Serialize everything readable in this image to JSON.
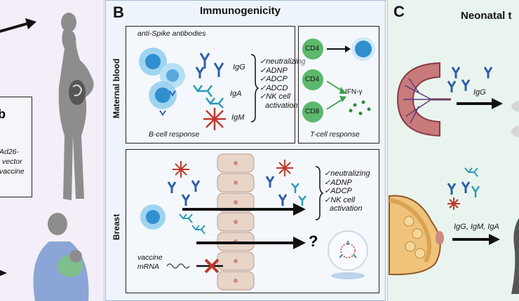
{
  "panels": {
    "a": {
      "letter": "",
      "vaccine_label": [
        "Ad26-",
        "vector",
        "vaccine"
      ],
      "partial_letter": "b"
    },
    "b": {
      "letter": "B",
      "title": "Immunogenicity"
    },
    "c": {
      "letter": "C",
      "title": "Neonatal t"
    }
  },
  "maternal_blood": {
    "row_label": "Maternal blood",
    "antibodies_label": "anti-Spike antibodies",
    "isotypes": [
      "IgG",
      "IgA",
      "IgM"
    ],
    "functions": [
      "✓neutralizing",
      "✓ADNP",
      "✓ADCP",
      "✓ADCD",
      "✓NK cell",
      "activation"
    ],
    "bcell_caption": "B-cell response",
    "tcell": {
      "cells": [
        "CD4",
        "CD4",
        "CD8"
      ],
      "cytokine": "IFN-γ",
      "caption": "T-cell response"
    }
  },
  "breast": {
    "row_label": "Breast",
    "functions": [
      "✓neutralizing",
      "✓ADNP",
      "✓ADCP",
      "✓NK cell",
      "activation"
    ],
    "unknown_marker": "?",
    "mrna_label": [
      "vaccine",
      "mRNA"
    ]
  },
  "neonatal": {
    "placenta_transfer": "IgG",
    "milk_transfer": "IgG, IgM, IgA"
  },
  "colors": {
    "panel_a_bg": "#f3eef7",
    "panel_b_bg": "#eef4fb",
    "panel_c_bg": "#eaf4ee",
    "cell_blue": "#3aa0d8",
    "tcell_green": "#5cb86b",
    "igm_red": "#c0392b",
    "antibody_blue": "#2f5ea8",
    "iga_teal": "#2a9cb8"
  }
}
